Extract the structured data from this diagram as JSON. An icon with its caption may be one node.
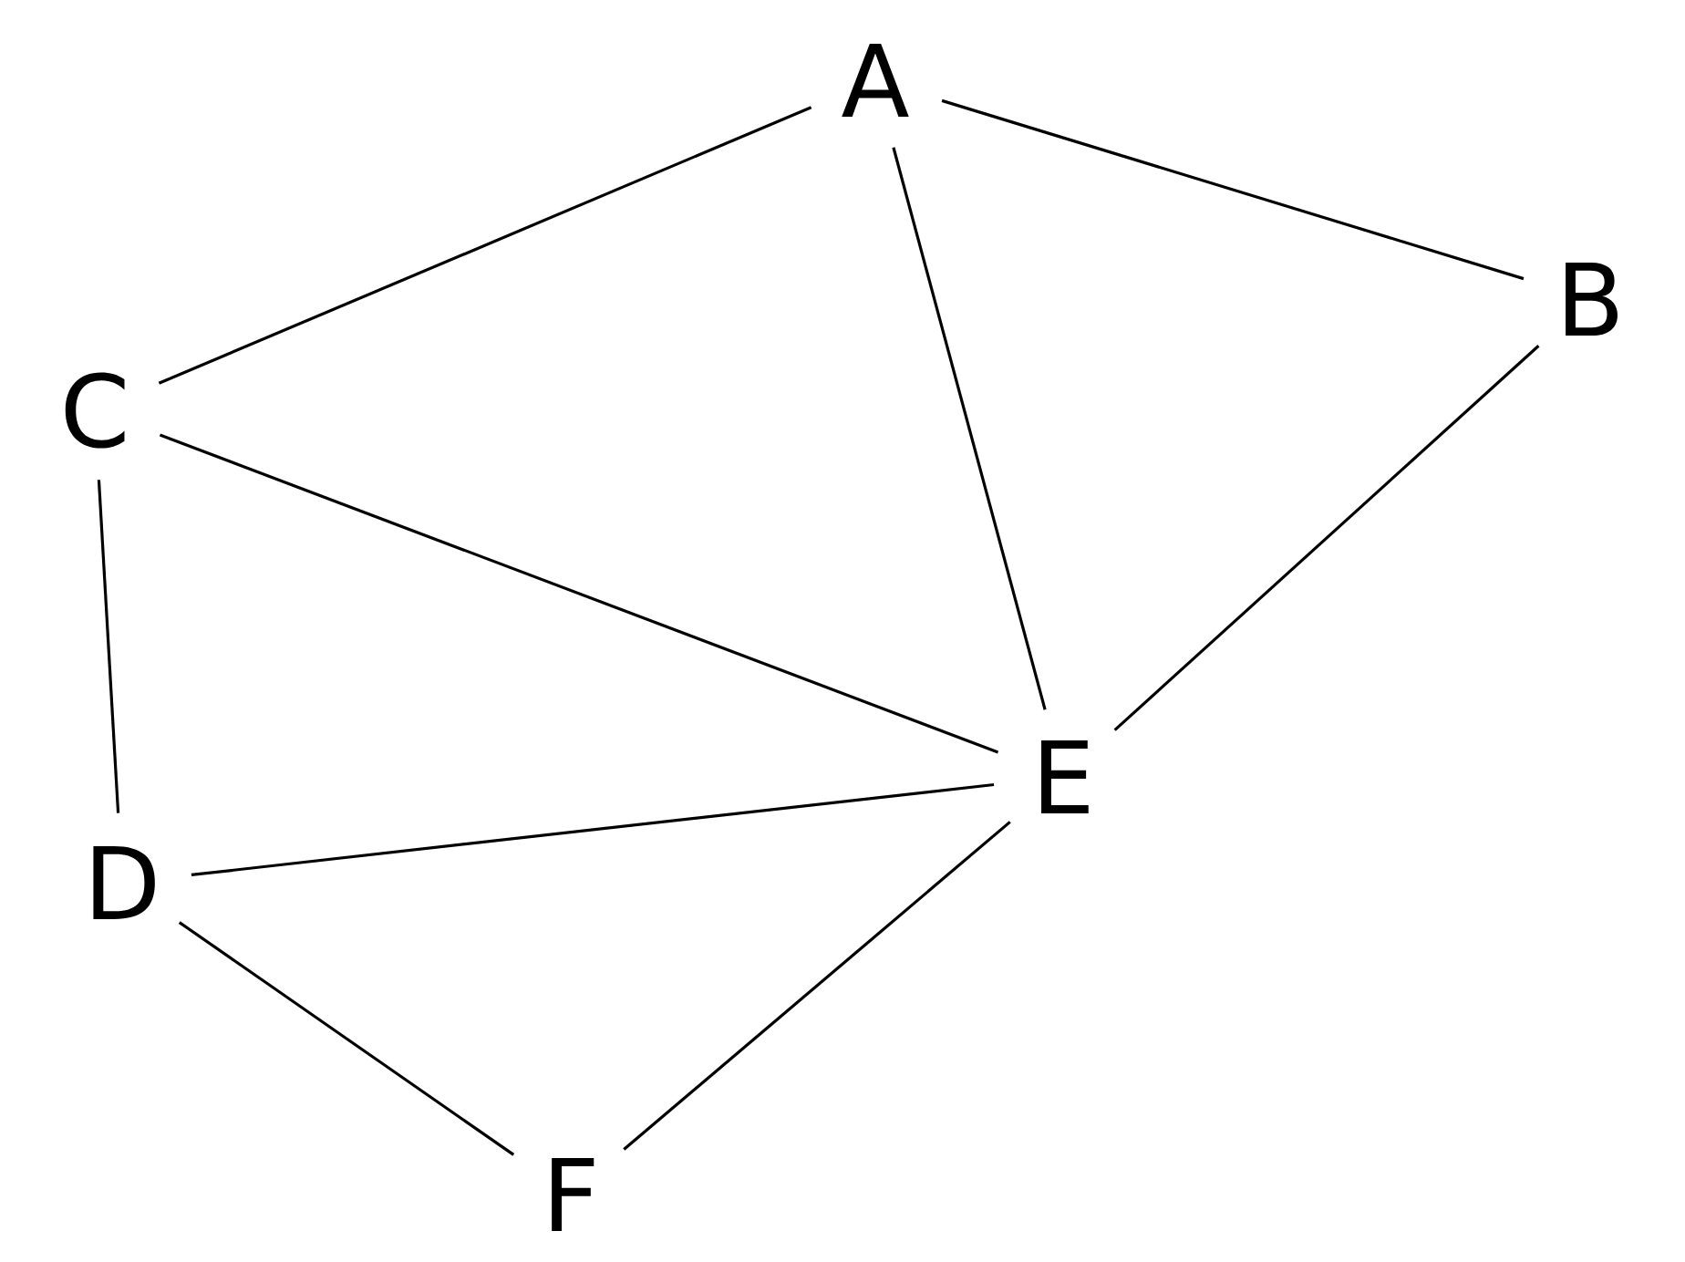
{
  "diagram": {
    "nodes": [
      {
        "text": [
          "A"
        ]
      },
      {
        "text": [
          "B"
        ]
      },
      {
        "text": [
          "C"
        ]
      },
      {
        "text": [
          "D"
        ]
      },
      {
        "text": [
          "E"
        ]
      },
      {
        "text": [
          "F"
        ]
      }
    ],
    "edges": [
      {
        "from": 0,
        "to": 1,
        "arrow": "none"
      },
      {
        "from": 0,
        "to": 2,
        "arrow": "none"
      },
      {
        "from": 0,
        "to": 4,
        "arrow": "none"
      },
      {
        "from": 1,
        "to": 4,
        "arrow": "none"
      },
      {
        "from": 2,
        "to": 4,
        "arrow": "none"
      },
      {
        "from": 2,
        "to": 3,
        "arrow": "none"
      },
      {
        "from": 3,
        "to": 4,
        "arrow": "none"
      },
      {
        "from": 3,
        "to": 5,
        "arrow": "none"
      },
      {
        "from": 4,
        "to": 5,
        "arrow": "none"
      }
    ]
  }
}
